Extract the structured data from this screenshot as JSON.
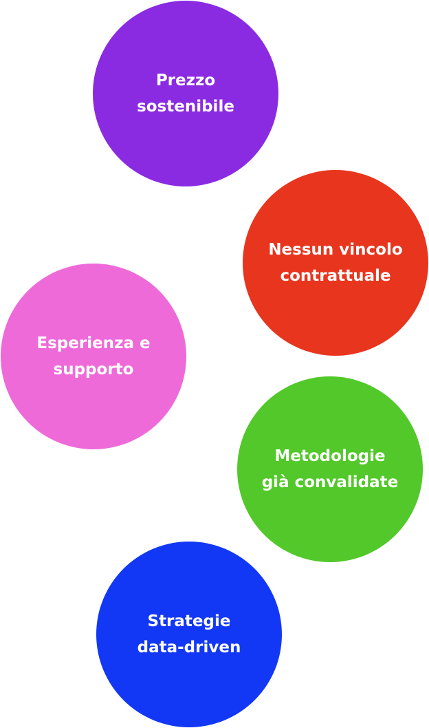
{
  "items": [
    {
      "label": "Prezzo\nsostenibile",
      "color": "#8A2BE2"
    },
    {
      "label": "Nessun vincolo\ncontrattuale",
      "color": "#E8351E"
    },
    {
      "label": "Esperienza e\nsupporto",
      "color": "#EE6AD8"
    },
    {
      "label": "Metodologie\ngià convalidate",
      "color": "#52C82A"
    },
    {
      "label": "Strategie\ndata-driven",
      "color": "#1238F5"
    }
  ]
}
